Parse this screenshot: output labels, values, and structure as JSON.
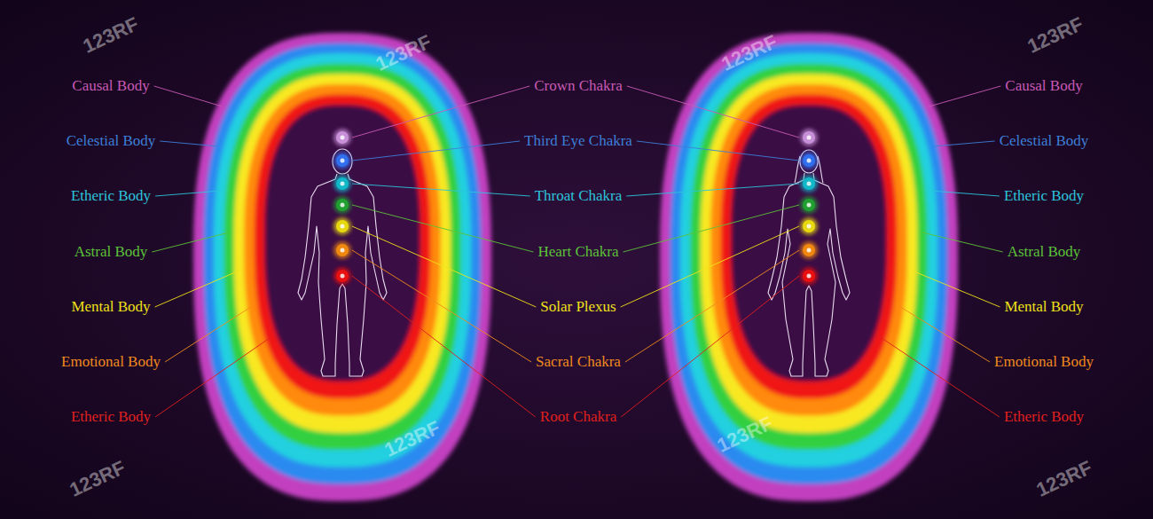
{
  "diagram": {
    "labels": [
      "Causal Body",
      "Celestial Body",
      "Etheric Body",
      "Astral Body",
      "Mental Body",
      "Emotional Body",
      "Etheric Body",
      "Crown Chakra",
      "Third Eye Chakra",
      "Throat Chakra",
      "Heart Chakra",
      "Solar Plexus",
      "Sacral Chakra",
      "Root Chakra",
      "Causal Body",
      "Celestial Body",
      "Etheric Body",
      "Astral Body",
      "Mental Body",
      "Emotional Body",
      "Etheric Body",
      "123RF",
      "123RF",
      "123RF",
      "123RF",
      "123RF",
      "123RF",
      "123RF",
      "123RF"
    ]
  }
}
